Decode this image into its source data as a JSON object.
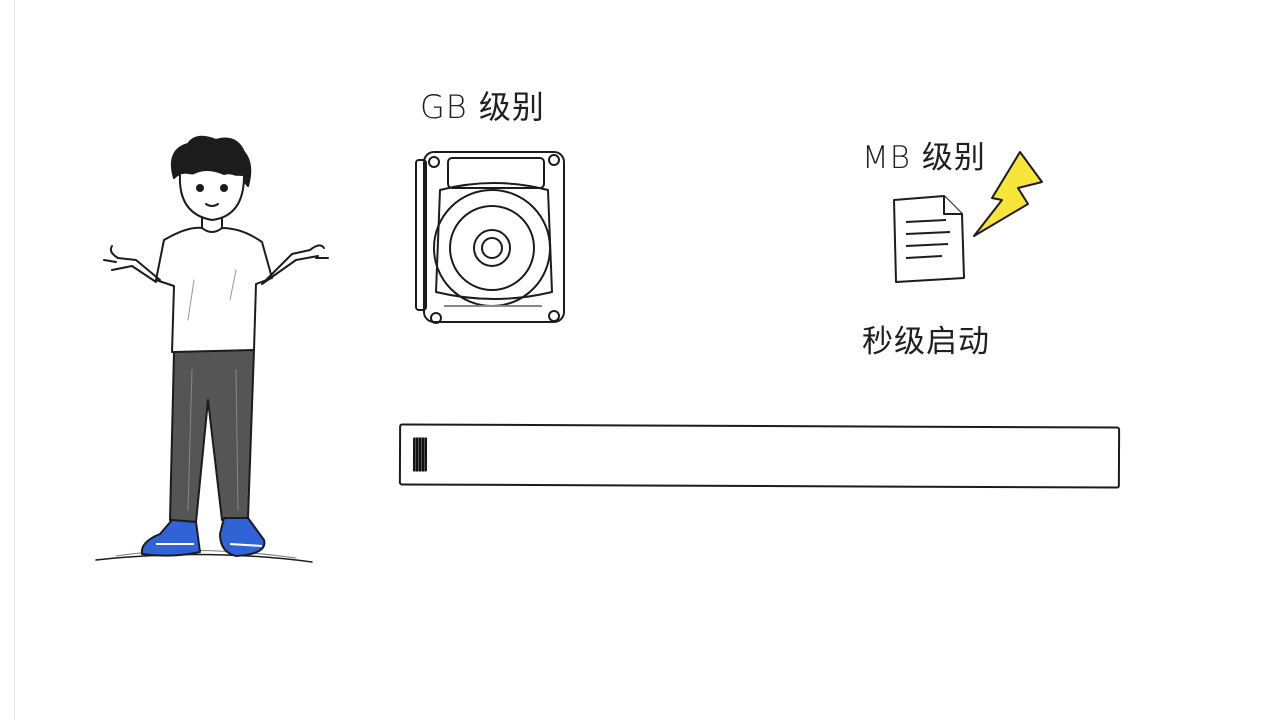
{
  "hdd": {
    "label": "GB 级别",
    "icon": "hard-drive-icon"
  },
  "file": {
    "label": "MB 级别",
    "icon": "document-icon",
    "badge_icon": "lightning-icon",
    "caption": "秒级启动"
  },
  "loading_bar": {
    "progress_fraction": 0.02
  },
  "person": {
    "icon": "shrugging-person-illustration"
  },
  "colors": {
    "ink": "#1c1c1c",
    "shoe_blue": "#2f63d6",
    "bolt_yellow": "#f7e53a",
    "pants_gray": "#555555"
  }
}
